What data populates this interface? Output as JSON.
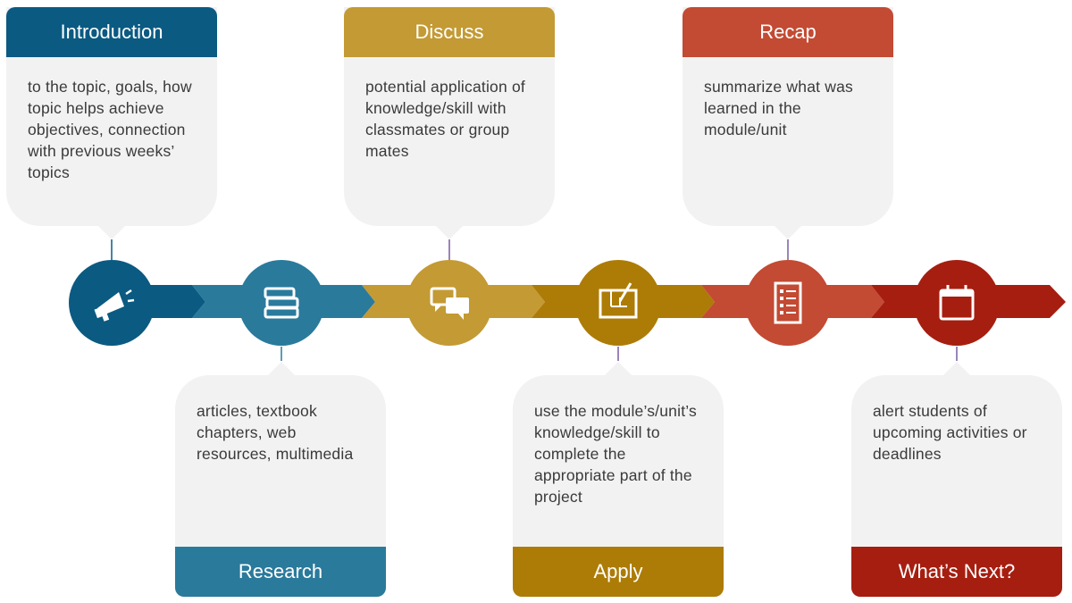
{
  "steps": [
    {
      "title": "Introduction",
      "body": "to the topic, goals, how topic helps achieve objectives, connection with previous weeks’ topics",
      "color": "#0b5a82",
      "icon": "megaphone-icon"
    },
    {
      "title": "Research",
      "body": "articles, textbook chapters, web resources, multimedia",
      "color": "#2a7a9c",
      "icon": "books-icon"
    },
    {
      "title": "Discuss",
      "body": "potential application of knowledge/skill with classmates or group mates",
      "color": "#c39a34",
      "icon": "chat-bubbles-icon"
    },
    {
      "title": "Apply",
      "body": "use the module’s/unit’s knowledge/skill to complete the appropriate part of the project",
      "color": "#ad7c06",
      "icon": "blueprint-icon"
    },
    {
      "title": "Recap",
      "body": "summarize what was learned in the module/unit",
      "color": "#c34a33",
      "icon": "checklist-icon"
    },
    {
      "title": "What’s Next?",
      "body": "alert students of upcoming activities or deadlines",
      "color": "#a61e10",
      "icon": "calendar-icon"
    }
  ]
}
